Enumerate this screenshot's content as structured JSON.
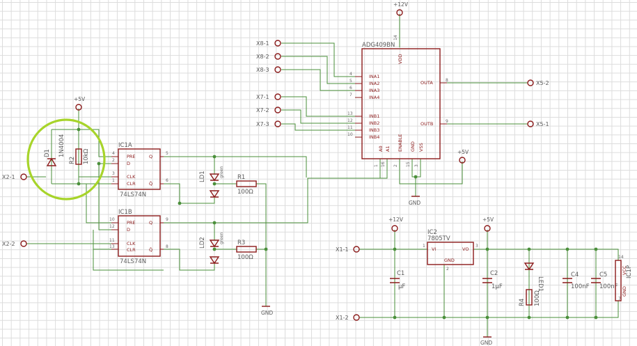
{
  "colors": {
    "wire": "#4a8f3a",
    "part": "#8b1a1a",
    "highlight": "#a7d42a",
    "grid": "#dcdcdc",
    "text": "#5a5a5a"
  },
  "ports": {
    "x8_1": "X8-1",
    "x8_2": "X8-2",
    "x8_3": "X8-3",
    "x7_1": "X7-1",
    "x7_2": "X7-2",
    "x7_3": "X7-3",
    "x5_2": "X5-2",
    "x5_1": "X5-1",
    "x2_1": "X2-1",
    "x2_2": "X2-2",
    "x1_1": "X1-1",
    "x1_2": "X1-2"
  },
  "supplies": {
    "p12_top": "+12V",
    "p5_a": "+5V",
    "p5_b": "+5V",
    "p12_reg": "+12V",
    "p5_reg": "+5V",
    "gnd": "GND"
  },
  "mux": {
    "name": "ADG409BN",
    "pins": [
      "VDD",
      "INA1",
      "INA2",
      "INA3",
      "INA4",
      "INB1",
      "INB2",
      "INB3",
      "INB4",
      "OUTA",
      "OUTB",
      "A0",
      "A1",
      "ENABLE",
      "GND",
      "VSS"
    ],
    "pin_numbers": [
      "14",
      "4",
      "5",
      "6",
      "7",
      "13",
      "12",
      "11",
      "10",
      "8",
      "9",
      "1",
      "16",
      "2",
      "15",
      "3"
    ]
  },
  "ic1a": {
    "name": "IC1A",
    "part": "74LS74N",
    "pins": [
      "PRE",
      "D",
      "CLK",
      "CLR",
      "Q",
      "Q̄"
    ],
    "pin_numbers": [
      "4",
      "2",
      "3",
      "1",
      "5",
      "6"
    ]
  },
  "ic1b": {
    "name": "IC1B",
    "part": "74LS74N",
    "pins": [
      "PRE",
      "D",
      "CLK",
      "CLR",
      "Q",
      "Q̄"
    ],
    "pin_numbers": [
      "10",
      "12",
      "11",
      "13",
      "9",
      "8"
    ]
  },
  "ic2": {
    "name": "IC2",
    "part": "7805TV",
    "pins": [
      "VI",
      "VO",
      "GND"
    ],
    "pin_numbers": [
      "1",
      "3",
      "2"
    ]
  },
  "ic1p": {
    "name": "IC1P",
    "pins": [
      "VCC",
      "GND"
    ],
    "pin_numbers": [
      "14",
      "7"
    ]
  },
  "diode": {
    "name": "D1",
    "value": "1N4004"
  },
  "resistors": {
    "r2": {
      "name": "R2",
      "value": "10kΩ"
    },
    "r1": {
      "name": "R1",
      "value": "100Ω"
    },
    "r3": {
      "name": "R3",
      "value": "100Ω"
    },
    "r4": {
      "name": "R4",
      "value": "100Ω"
    }
  },
  "leds": {
    "ld1": "LD1",
    "ld2": "LD2",
    "led1": "LED1",
    "ld_tag": "green"
  },
  "capacitors": {
    "c1": {
      "name": "C1",
      "value": "µF"
    },
    "c2": {
      "name": "C2",
      "value": "1µF"
    },
    "c4": {
      "name": "C4",
      "value": "100nF"
    },
    "c5": {
      "name": "C5",
      "value": "100nF"
    }
  }
}
